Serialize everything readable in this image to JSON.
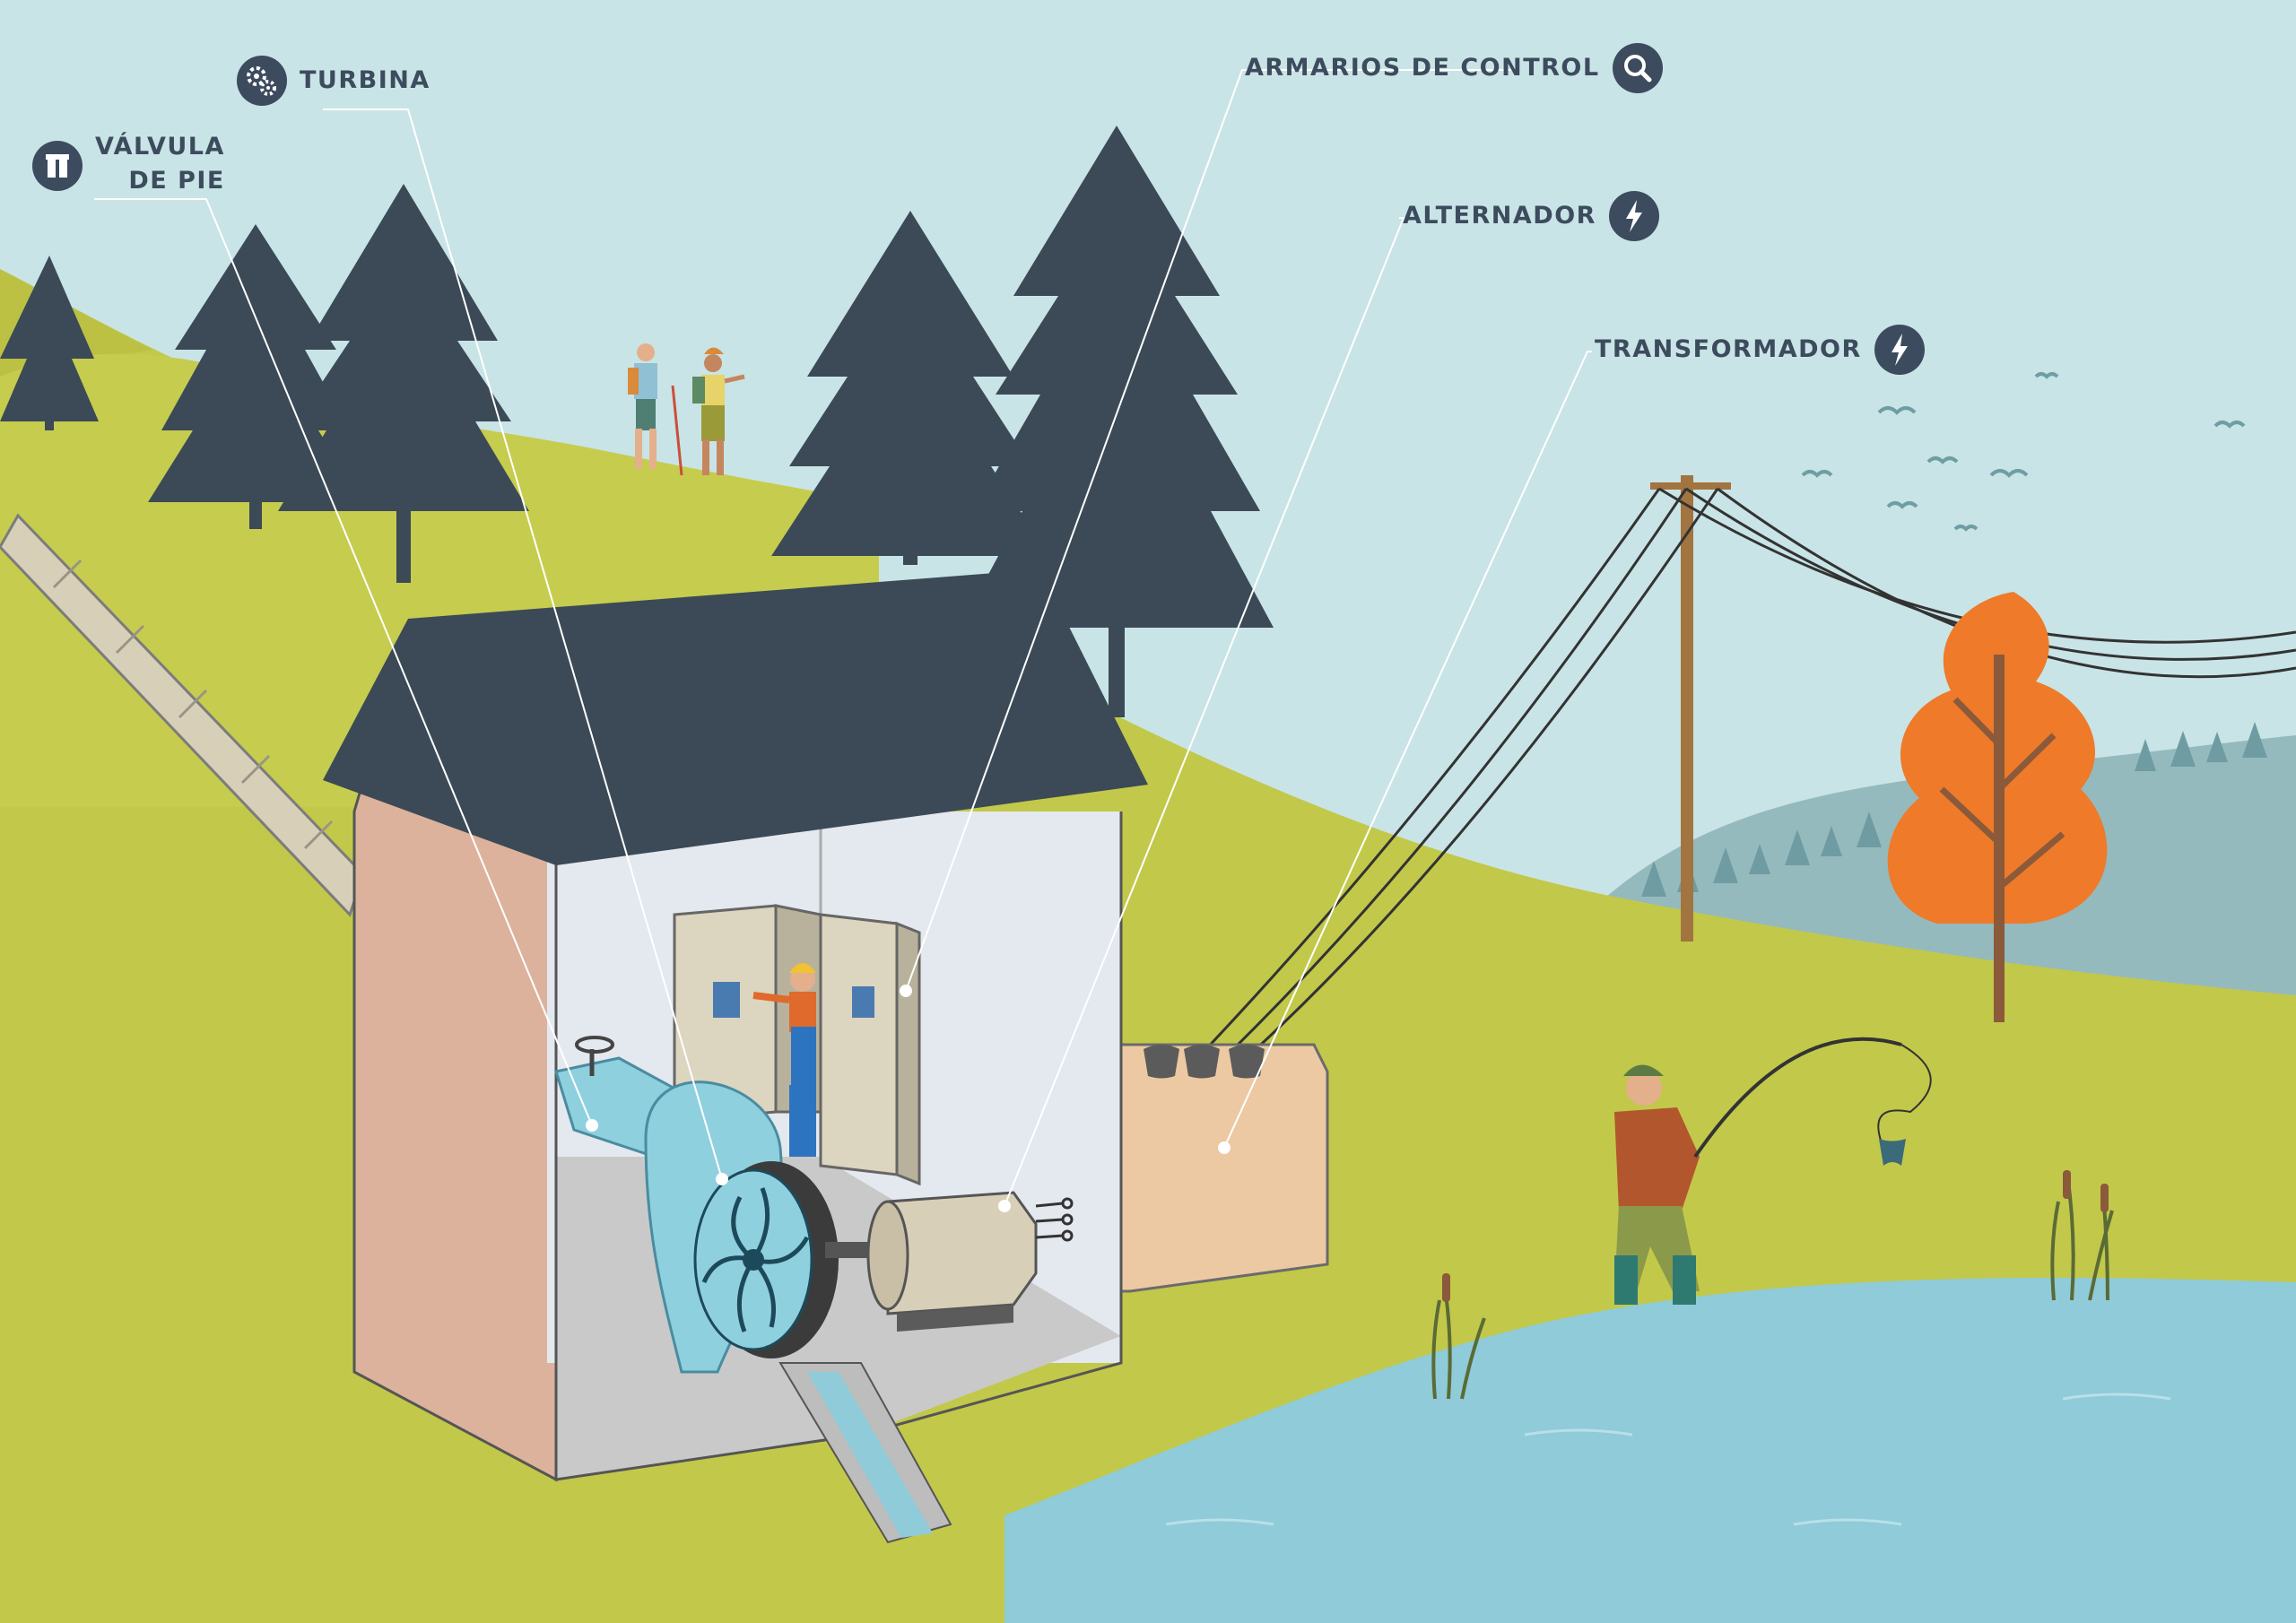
{
  "labels": {
    "turbina": "TURBINA",
    "valvula_line1": "VÁLVULA",
    "valvula_line2": "DE PIE",
    "armarios": "ARMARIOS DE CONTROL",
    "alternador": "ALTERNADOR",
    "transformador": "TRANSFORMADOR"
  },
  "icons": {
    "turbina": "gears-icon",
    "valvula": "valve-icon",
    "armarios": "magnifier-icon",
    "alternador": "lightning-icon",
    "transformador": "lightning-icon"
  },
  "colors": {
    "label_text": "#3d4b5e",
    "icon_bg": "#3d4b5e",
    "sky": "#c9e4e6",
    "grass": "#c2c84a",
    "tree": "#3b4a56",
    "water": "#8fcbd8",
    "autumn_tree": "#ee7a2a"
  }
}
